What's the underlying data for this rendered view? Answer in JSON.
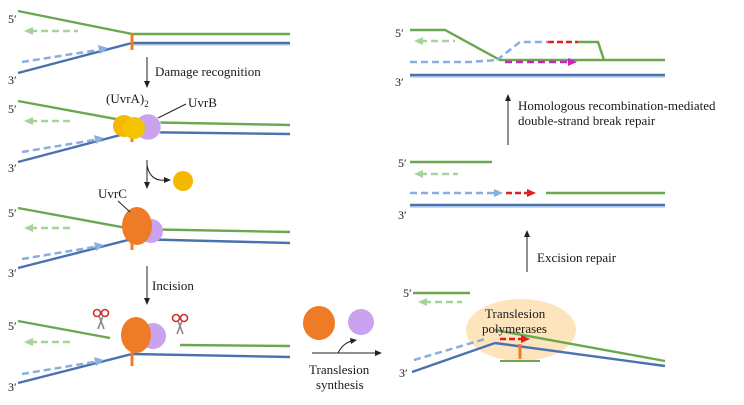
{
  "colors": {
    "green_strand": "#6aa84f",
    "green_fill": "#8bc47a",
    "blue_strand": "#4a72b0",
    "blue_fill": "#a9c3e6",
    "dashed_green": "#a6d39a",
    "dashed_blue": "#8aaee0",
    "lesion": "#f07c2a",
    "uvrA": "#f5b800",
    "uvrB": "#c9a3f0",
    "uvrC": "#ee7b26",
    "red_patch": "#e02020",
    "magenta_patch": "#d020c0",
    "polymerase_halo": "#fde4bc"
  },
  "strand_labels": {
    "five_prime": "5′",
    "three_prime": "3′"
  },
  "steps": {
    "damage_recognition": "Damage recognition",
    "incision": "Incision",
    "translesion_line1": "Translesion",
    "translesion_line2": "synthesis",
    "excision_repair": "Excision repair",
    "hr_line1": "Homologous recombination-mediated",
    "hr_line2": "double-strand break repair"
  },
  "proteins": {
    "uvrA_base": "(UvrA)",
    "uvrA_sub": "2",
    "uvrB": "UvrB",
    "uvrC": "UvrC",
    "polymerase_line1": "Translesion",
    "polymerase_line2": "polymerases"
  },
  "icons": [
    "scissors-icon",
    "arrow-icon"
  ]
}
